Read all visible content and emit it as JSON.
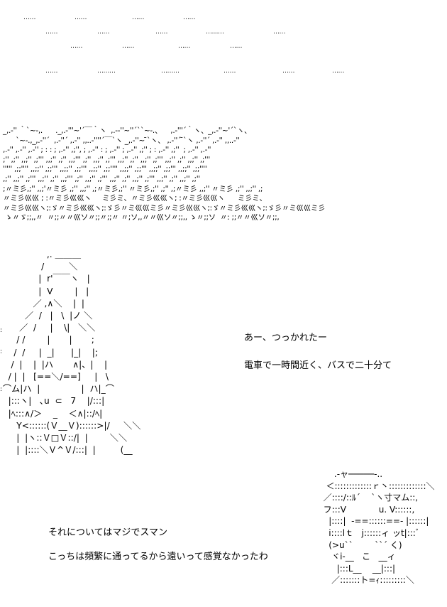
{
  "sky_dots": [
    "……",
    "……",
    "……",
    "……",
    "……",
    "……",
    "……",
    "………",
    "……",
    "……",
    "……",
    "……",
    "……",
    "……",
    "………",
    "………",
    "……",
    "……",
    "……"
  ],
  "clouds_art": "_,.-'' ｀`~-,.      ._,.-'''~'´￣｀ヽ  ,.-‐''~''´``~-.、    ,.-'''´｀ヽ、_,.-''~'´`ヽ、\n      `~-.,_,.-''´  ,.-''´ ,.-'' ,,..-''''´￣`ヽ _,.-''~ ̄`ヽ、 ,.-''´ ̄`ヽ ,.-''´ ,.-'' ,,..-''\n,.-'' ,.-'' ,.-'' ; : : ; ,.-'' ,;'', ; ,.-'' : ; ,.-'' ; ,.-'' ,;'' ; : ,.-'' ,;''  ; ,.-'' ,.-''\n;'' ,;'' ,,;'' ,;''' ,,;'' ,;'' ,,;''' ,;'' ,,;'' ,;''' ,,;'' ,;'' ,,;'' ,;''' ,,;'' ,;'' ,,;'' ,;'''\n''''' ,;;'''' ,,;;'' ,;;''' ,,;;'' ,;;''' ,,;;'' ,;;'''' ,,;;'' ,;;''' ,,;;'' ,;;''' ,,;;'' ,;;''''\n,;'' ,,;'' ,;''' ,,;'' ,;'' ,,;''' ,;'' ,,;'' ,;''' ,,;'' ,;'' ,,;'' ,;''' ,,;'' ,;'' ,,;'' ,;''\n;〃ミ彡,;'' ,,;'〃ミ彡 ,;'' ,,;'' ,;〃ミ彡,;'' 〃ミ彡,;'' ,;'' ,;〃ミ彡 ,,;'' 〃ミ彡 ,;'' ,,;'' ,;\n〃ミ彡巛巛 ; :〃ミ彡巛巛ヽ     ミ彡ミ、〃ミ彡巛巛ヽ; :〃ミ彡巛巛ヽ      ミ彡ミ、\n〃ミ彡巛巛ヽ;:ゞ〃ミ彡巛巛ヽ;:ゞ彡〃ミ巛巛ミ彡〃ミ彡巛巛ヽ;:ゞ〃ミ彡巛巛ヽ;:ゞ彡〃ミ巛巛ミ彡\n ゝ〃ゞ;;,,〃  〃;;〃〃巛ソ〃;;〃;;〃 〃;ソ,,〃〃巛ソ〃;;,, ゝ〃;;ソ  〃: ;;〃〃巛ソ〃;;,",
  "character_big_art": "                 ,. ＿＿＿\n               /         ＼\n              |  r'￣￣ヽ   |\n              |  V        |   |\n            ／ ,∧＼    |  |\n         ／  /   |   \\  |ノ ＼\n       ／  /     |    \\|   ＼＼\n      / /        |       |       ;\n     /  /     |  _|      |_|    |;\n    /  |    |  |ハ       ∧|、|    |\n   / |  |   [==＼/==]     |   \\\n ⌒ム|ハ  |               |  ハ|_⌒\n   |:::ヽ|   ､u  ⊂   7    |/:::|\n   |ﾍ:::∧/＞    _    ＜∧|::/ﾍ|\n      Y<::::::(Ｖ__Ｖ)::::::>|/     ＼＼\n      |  |ヽ::Ｖ□Ｖ::/|  |        ＼＼\n      |  |::::＼Ｖ^Ｖ/:::|  |         (__",
  "character_small_art": "      .-ャ─────-..\n   ＜:::::::::::::ｒ丶:::::::::::::＼\n  ／::::/::ﾙ´    `ヽ寸マム::,\n  フ:::V            u. V::::::,\n    |::::|  -==::::::==- |::::::|\n    i::::lｔ   j::::::ィ ッt|:::ﾞ\n    (>u``        ``´ く)\n     ヾi-__   こ   __ィ\n       |:::L__    __|:::|\n     ／:::::::ト=ｨ:::::::::＼",
  "speech": [
    "あー、つっかれたー",
    "電車で一時間近く、バスで二十分て",
    "それについてはマジでスマン",
    "こっちは頻繁に通ってるから遠いって感覚なかったわ"
  ],
  "edge_marks": [
    ":",
    ":",
    ":"
  ]
}
